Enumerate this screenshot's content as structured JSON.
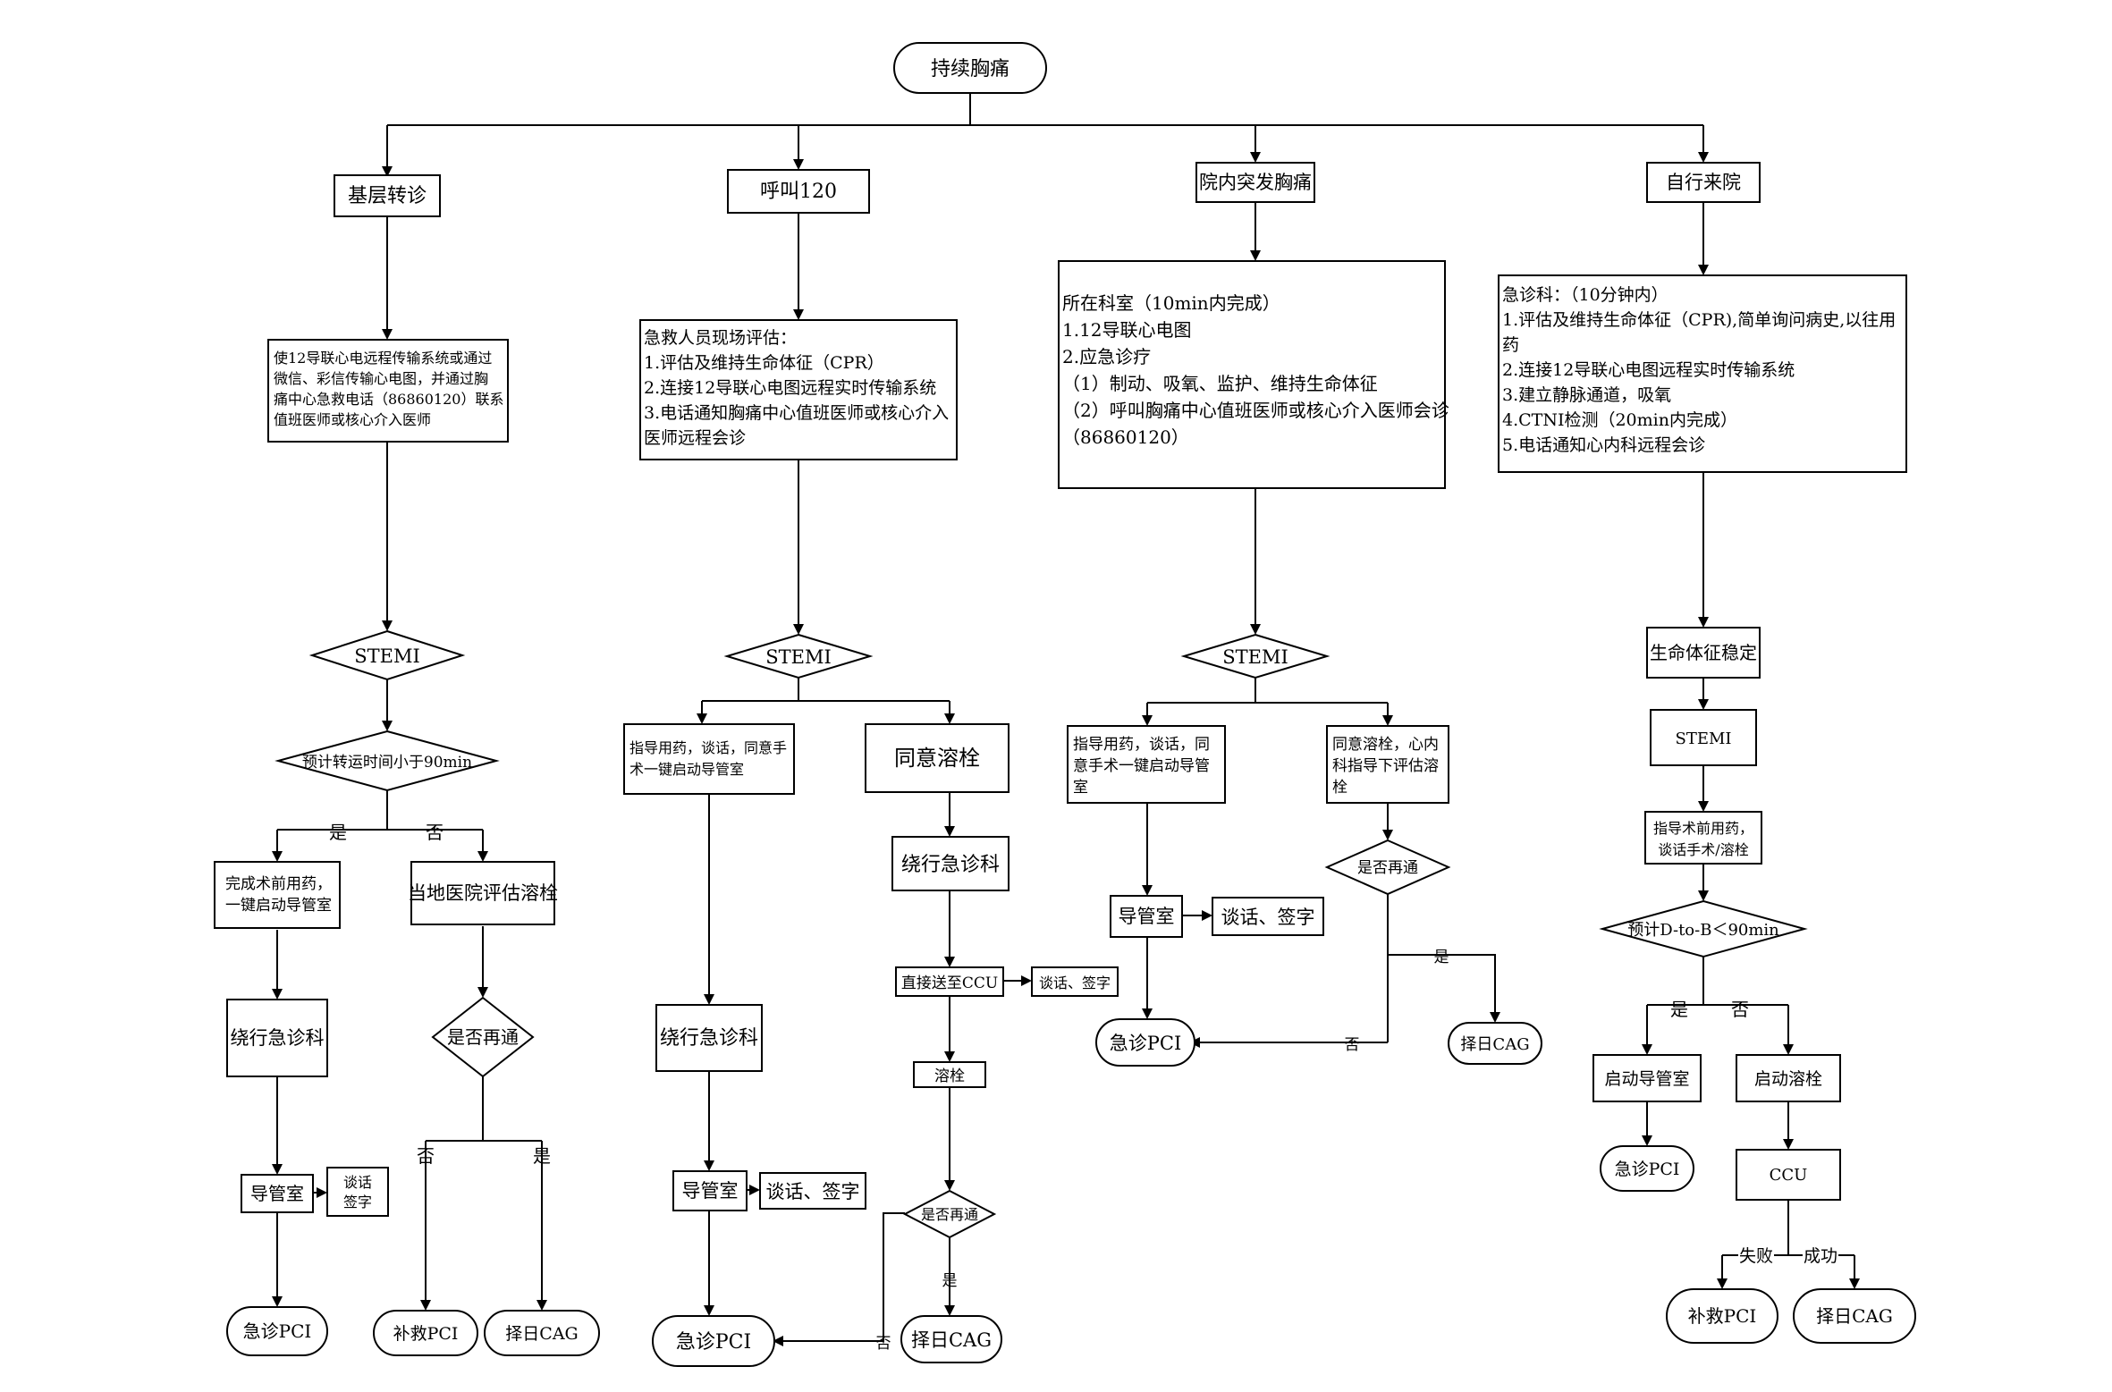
{
  "start": "持续胸痛",
  "col1": {
    "title": "基层转诊",
    "desc": [
      "使12导联心电远程传输系统或通过",
      "微信、彩信传输心电图，并通过胸",
      "痛中心急救电话（86860120）联系",
      "值班医师或核心介入医师"
    ],
    "stemi": "STEMI",
    "decision": "预计转运时间小于90min",
    "yes": "是",
    "no": "否",
    "left_box": [
      "完成术前用药，",
      "一键启动导管室"
    ],
    "left_bypass": "绕行急诊科",
    "cathlab": "导管室",
    "talk_sign": [
      "谈话",
      "签字"
    ],
    "pci": "急诊PCI",
    "right_box": "当地医院评估溶栓",
    "reperf": "是否再通",
    "reperf_no": "否",
    "reperf_yes": "是",
    "rescue": "补救PCI",
    "cag": "择日CAG"
  },
  "col2": {
    "title": "呼叫120",
    "desc": [
      "急救人员现场评估：",
      "1.评估及维持生命体征（CPR）",
      "2.连接12导联心电图远程实时传输系统",
      "3.电话通知胸痛中心值班医师或核心介入",
      "医师远程会诊"
    ],
    "stemi": "STEMI",
    "left_box": [
      "指导用药，谈话，同意手",
      "术一键启动导管室"
    ],
    "bypass": "绕行急诊科",
    "cathlab": "导管室",
    "talk_sign": "谈话、签字",
    "pci": "急诊PCI",
    "right_box": "同意溶栓",
    "right_bypass": "绕行急诊科",
    "ccu": "直接送至CCU",
    "ccu_talk": "谈话、签字",
    "lysis": "溶栓",
    "reperf": "是否再通",
    "reperf_yes": "是",
    "reperf_no": "否",
    "cag": "择日CAG"
  },
  "col3": {
    "title": "院内突发胸痛",
    "desc": [
      "所在科室（10min内完成）",
      "1.12导联心电图",
      "2.应急诊疗",
      "（1）制动、吸氧、监护、维持生命体征",
      "（2）呼叫胸痛中心值班医师或核心介入医师会诊",
      "（86860120）"
    ],
    "stemi": "STEMI",
    "left_box": [
      "指导用药，谈话，同",
      "意手术一键启动导管",
      "室"
    ],
    "cathlab": "导管室",
    "talk_sign": "谈话、签字",
    "pci": "急诊PCI",
    "right_box": [
      "同意溶栓，心内",
      "科指导下评估溶",
      "栓"
    ],
    "reperf": "是否再通",
    "reperf_yes": "是",
    "reperf_no": "否",
    "cag": "择日CAG"
  },
  "col4": {
    "title": "自行来院",
    "desc": [
      "急诊科：（10分钟内）",
      "1.评估及维持生命体征（CPR),简单询问病史,以往用",
      "药",
      "2.连接12导联心电图远程实时传输系统",
      "3.建立静脉通道，吸氧",
      "4.CTNI检测（20min内完成）",
      "5.电话通知心内科远程会诊"
    ],
    "stable": "生命体征稳定",
    "stemi": "STEMI",
    "guide": [
      "指导术前用药，",
      "谈话手术/溶栓"
    ],
    "decision": "预计D-to-B＜90min",
    "yes": "是",
    "no": "否",
    "start_cath": "启动导管室",
    "start_lysis": "启动溶栓",
    "pci": "急诊PCI",
    "ccu": "CCU",
    "fail_label": "失败",
    "success_label": "成功",
    "rescue": "补救PCI",
    "cag": "择日CAG"
  }
}
